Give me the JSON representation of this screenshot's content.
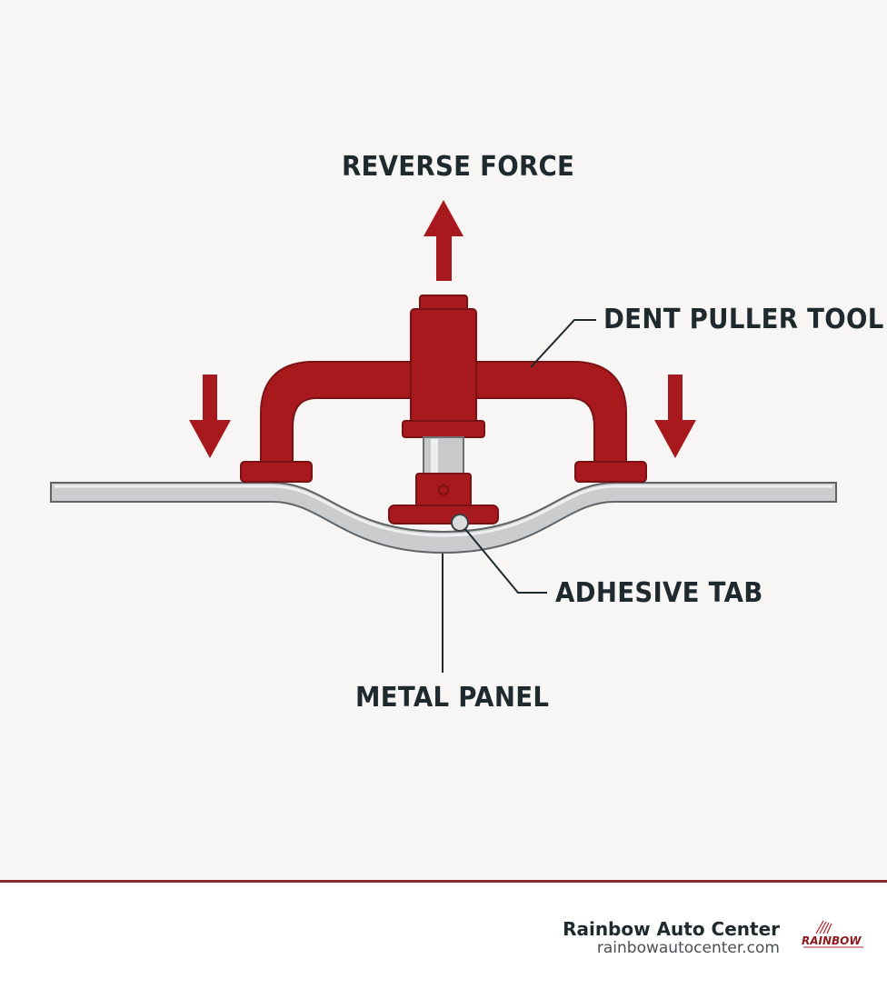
{
  "labels": {
    "reverse_force": "REVERSE FORCE",
    "dent_puller_tool": "DENT PULLER TOOL",
    "adhesive_tab": "ADHESIVE TAB",
    "metal_panel": "METAL PANEL"
  },
  "footer": {
    "brand_name": "Rainbow Auto Center",
    "brand_url": "rainbowautocenter.com",
    "logo_text": "RAINBOW"
  },
  "colors": {
    "tool_red": "#a8191e",
    "panel_gray": "#c9cbcd",
    "label_dark": "#1f2a2e",
    "footer_rule": "#8b2a2e"
  }
}
